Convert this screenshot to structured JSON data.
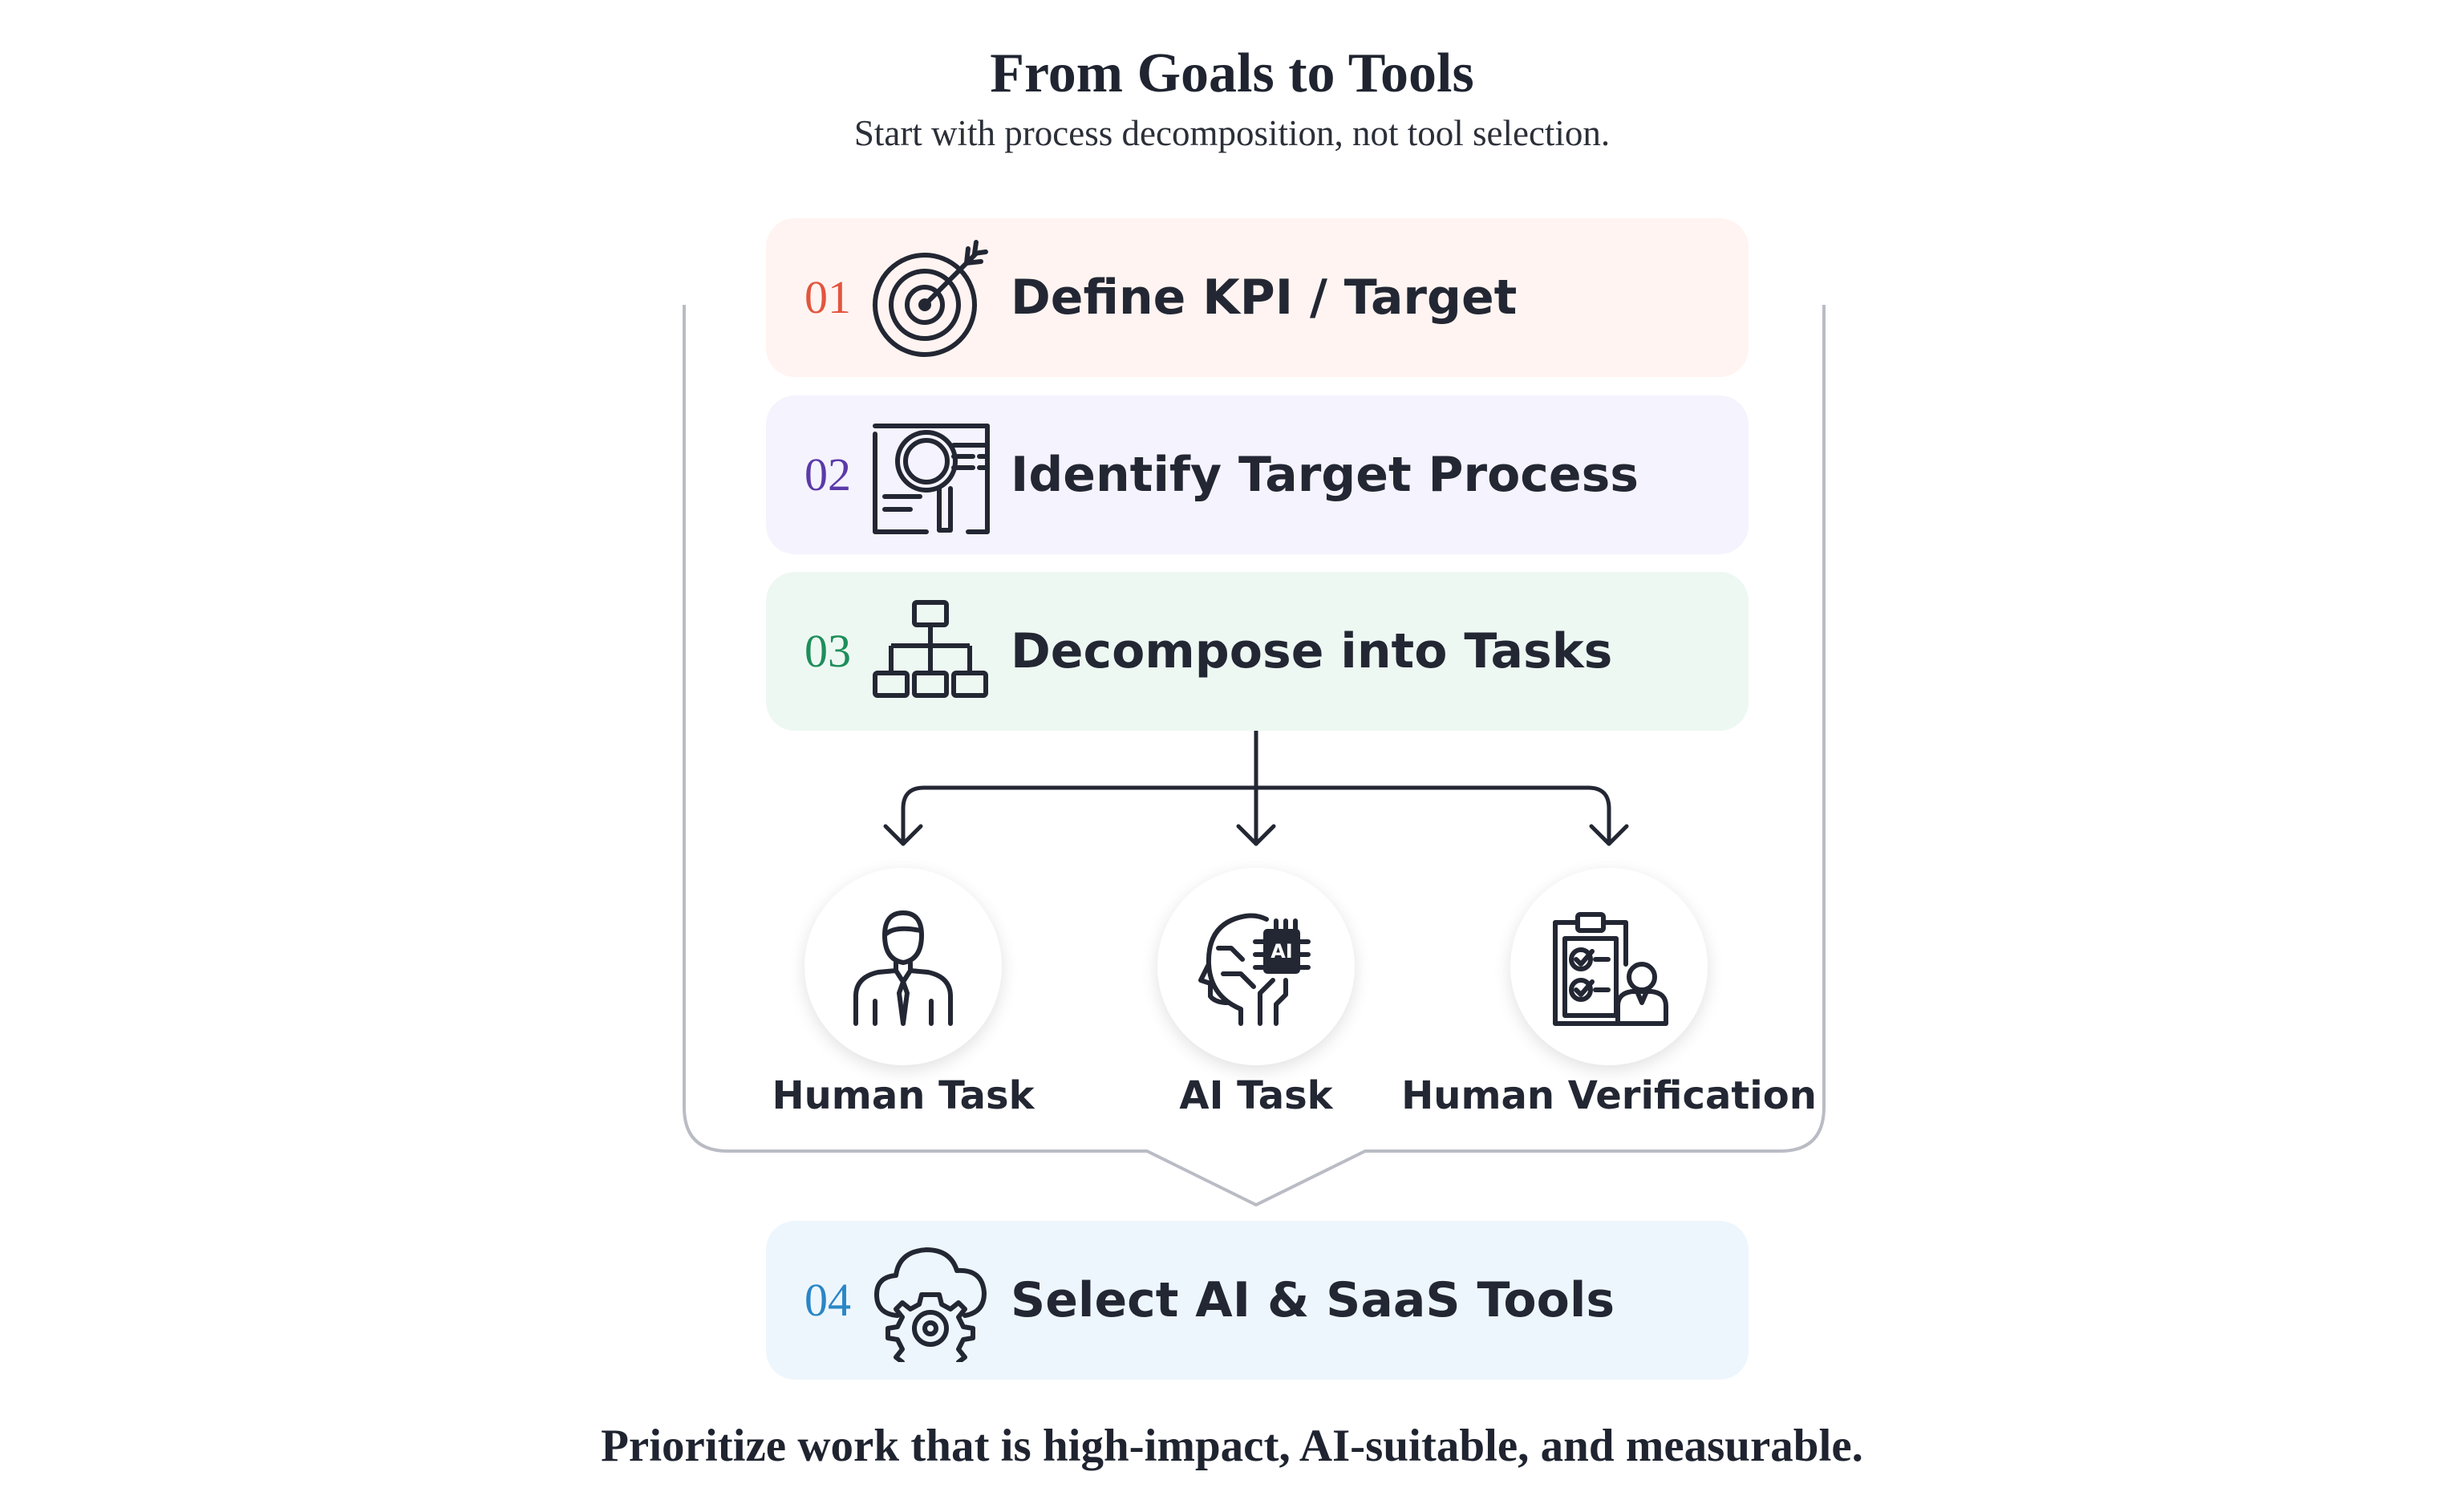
{
  "title": "From Goals to Tools",
  "subtitle": "Start with process decomposition, not tool selection.",
  "steps": [
    {
      "number": "01",
      "label": "Define KPI / Target",
      "icon": "target-icon",
      "number_color": "#e2553f",
      "background": "#fff4f1"
    },
    {
      "number": "02",
      "label": "Identify Target Process",
      "icon": "process-search-icon",
      "number_color": "#5b3aa8",
      "background": "#f5f3fd"
    },
    {
      "number": "03",
      "label": "Decompose into Tasks",
      "icon": "hierarchy-icon",
      "number_color": "#1e8e5a",
      "background": "#eef8f3"
    },
    {
      "number": "04",
      "label": "Select AI & SaaS Tools",
      "icon": "cloud-gear-icon",
      "number_color": "#2a86c6",
      "background": "#eef6fd"
    }
  ],
  "tasks": [
    {
      "label": "Human Task",
      "icon": "person-icon"
    },
    {
      "label": "AI Task",
      "icon": "ai-head-icon"
    },
    {
      "label": "Human Verification",
      "icon": "checklist-person-icon"
    }
  ],
  "footer": "Prioritize work that is high-impact, AI-suitable, and measurable."
}
